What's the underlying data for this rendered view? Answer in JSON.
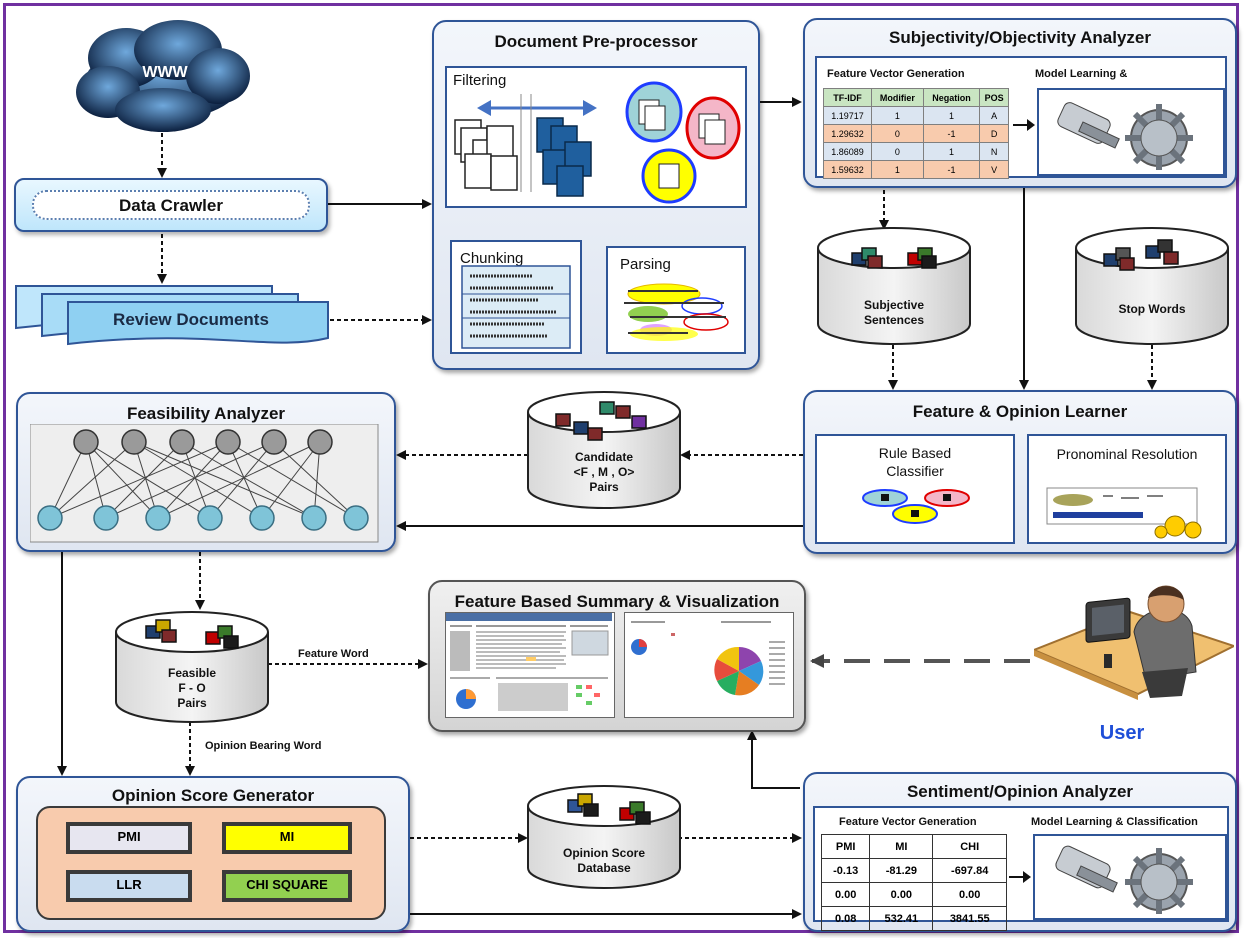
{
  "web": {
    "label": "WWW"
  },
  "crawler": {
    "label": "Data Crawler"
  },
  "reviews": {
    "label": "Review Documents"
  },
  "preprocessor": {
    "title": "Document Pre-processor",
    "filtering": "Filtering",
    "chunking": "Chunking",
    "parsing": "Parsing"
  },
  "subjectivity": {
    "title": "Subjectivity/Objectivity Analyzer",
    "fv_label": "Feature Vector Generation",
    "model_label": "Model Learning &",
    "headers": [
      "TF-IDF",
      "Modifier",
      "Negation",
      "POS"
    ],
    "rows": [
      [
        "1.19717",
        "1",
        "1",
        "A"
      ],
      [
        "1.29632",
        "0",
        "-1",
        "D"
      ],
      [
        "1.86089",
        "0",
        "1",
        "N"
      ],
      [
        "1.59632",
        "1",
        "-1",
        "V"
      ]
    ]
  },
  "subjective_db": {
    "line1": "Subjective",
    "line2": "Sentences"
  },
  "stopwords_db": {
    "label": "Stop Words"
  },
  "learner": {
    "title": "Feature & Opinion Learner",
    "rule_line1": "Rule Based",
    "rule_line2": "Classifier",
    "pronominal": "Pronominal Resolution"
  },
  "candidate_db": {
    "line1": "Candidate",
    "line2": "<F , M , O>",
    "line3": "Pairs"
  },
  "feasibility": {
    "title": "Feasibility Analyzer"
  },
  "feasible_db": {
    "line1": "Feasible",
    "line2": "F - O",
    "line3": "Pairs"
  },
  "edges": {
    "feature_word": "Feature Word",
    "opinion_word": "Opinion Bearing Word"
  },
  "summary": {
    "title": "Feature Based Summary & Visualization"
  },
  "user": {
    "label": "User"
  },
  "score_gen": {
    "title": "Opinion Score Generator",
    "pmi": "PMI",
    "mi": "MI",
    "llr": "LLR",
    "chi": "CHI SQUARE"
  },
  "score_db": {
    "line1": "Opinion Score",
    "line2": "Database"
  },
  "sentiment": {
    "title": "Sentiment/Opinion Analyzer",
    "fv_label": "Feature Vector Generation",
    "model_label": "Model Learning & Classification",
    "headers": [
      "PMI",
      "MI",
      "CHI"
    ],
    "rows": [
      [
        "-0.13",
        "-81.29",
        "-697.84"
      ],
      [
        "0.00",
        "0.00",
        "0.00"
      ],
      [
        "0.08",
        "532.41",
        "3841.55"
      ]
    ]
  },
  "colors": {
    "frame": "#7030a0",
    "panel_border": "#2f5597",
    "user_text": "#1f4fd8",
    "mi_fill": "#ffff00",
    "chi_fill": "#92d050",
    "score_inner": "#f8cbad"
  }
}
